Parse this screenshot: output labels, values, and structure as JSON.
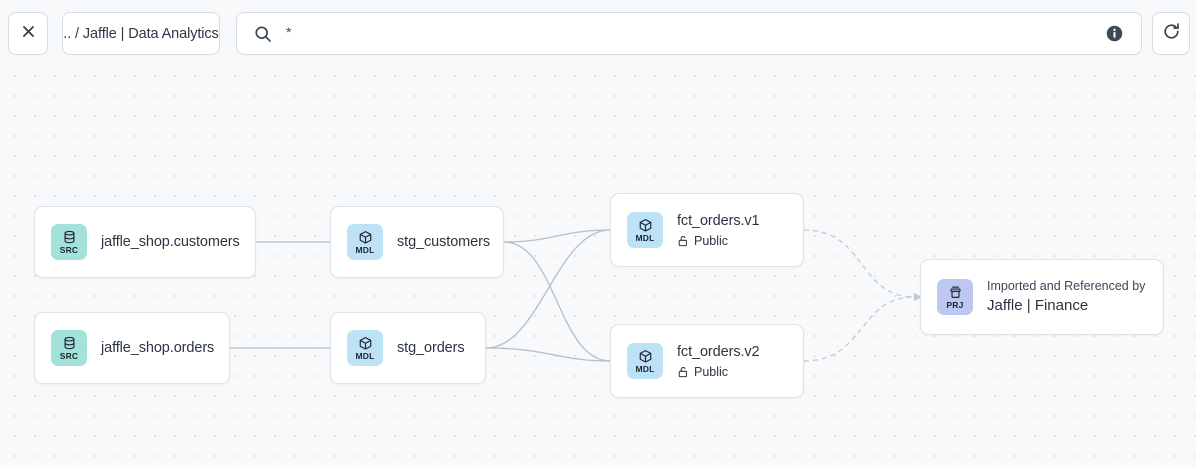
{
  "toolbar": {
    "close_icon": "close-icon",
    "breadcrumb": ".. / Jaffle | Data Analytics",
    "search": {
      "icon": "search-icon",
      "value": "*",
      "placeholder": "*",
      "info_icon": "info-icon"
    },
    "refresh_icon": "refresh-icon"
  },
  "graph": {
    "nodes": [
      {
        "id": "src-customers",
        "kind": "SRC",
        "icon": "database-icon",
        "title": "jaffle_shop.customers",
        "badge_color": "#a3e2da"
      },
      {
        "id": "src-orders",
        "kind": "SRC",
        "icon": "database-icon",
        "title": "jaffle_shop.orders",
        "badge_color": "#a3e2da"
      },
      {
        "id": "stg-customers",
        "kind": "MDL",
        "icon": "cube-icon",
        "title": "stg_customers",
        "badge_color": "#bde1f5"
      },
      {
        "id": "stg-orders",
        "kind": "MDL",
        "icon": "cube-icon",
        "title": "stg_orders",
        "badge_color": "#bde1f5"
      },
      {
        "id": "fct-orders-v1",
        "kind": "MDL",
        "icon": "cube-icon",
        "title": "fct_orders.v1",
        "access": "Public",
        "access_icon": "unlock-icon",
        "badge_color": "#bde1f5"
      },
      {
        "id": "fct-orders-v2",
        "kind": "MDL",
        "icon": "cube-icon",
        "title": "fct_orders.v2",
        "access": "Public",
        "access_icon": "unlock-icon",
        "badge_color": "#bde1f5"
      },
      {
        "id": "project-jaffle-finance",
        "kind": "PRJ",
        "icon": "project-icon",
        "eyebrow": "Imported and Referenced by",
        "title": "Jaffle | Finance",
        "badge_color": "#bcc7f2"
      }
    ],
    "edge_style": {
      "solid_color": "#b6bfca",
      "dashed_color": "#c2cad4"
    },
    "canvas": {
      "background": "#f7f9fb",
      "dot_color": "#e0e5ec"
    }
  }
}
